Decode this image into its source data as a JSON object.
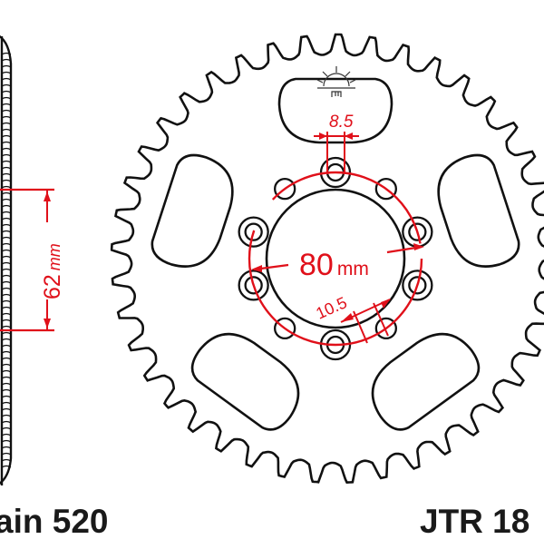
{
  "diagram": {
    "type": "sprocket-technical-drawing",
    "part_number_label": "JTR 18",
    "chain_label": "ain 520",
    "teeth_count": 41,
    "dimensions": {
      "offset": {
        "value": "62",
        "unit": "mm"
      },
      "pcd": {
        "value": "80",
        "unit": "mm"
      },
      "center_bore_slot": {
        "value": "8.5"
      },
      "bolt_hole": {
        "value": "10.5"
      }
    },
    "bolt_holes": 10,
    "lightening_pockets": 5,
    "logo_icon": "sun-logo-icon"
  },
  "colors": {
    "line": "#111111",
    "dimension": "#e0101a",
    "text": "#1a1a1a",
    "background": "#ffffff"
  }
}
